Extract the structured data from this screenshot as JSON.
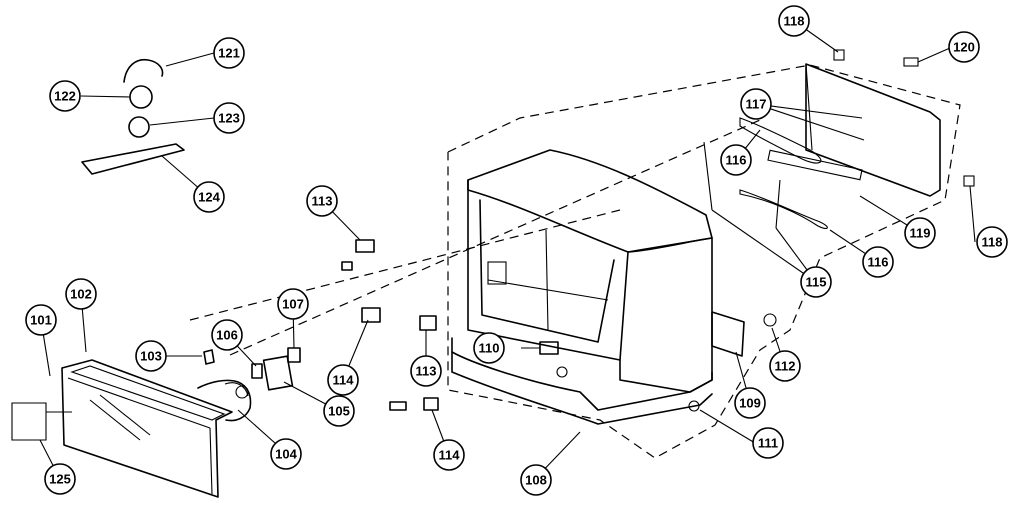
{
  "diagram": {
    "type": "exploded-parts-diagram",
    "callouts": {
      "p101": "101",
      "p102": "102",
      "p103": "103",
      "p104": "104",
      "p105": "105",
      "p106": "106",
      "p107": "107",
      "p108": "108",
      "p109": "109",
      "p110": "110",
      "p111": "111",
      "p112": "112",
      "p113a": "113",
      "p113b": "113",
      "p114a": "114",
      "p114b": "114",
      "p115": "115",
      "p116a": "116",
      "p116b": "116",
      "p117": "117",
      "p118a": "118",
      "p118b": "118",
      "p119": "119",
      "p120": "120",
      "p121": "121",
      "p122": "122",
      "p123": "123",
      "p124": "124",
      "p125": "125"
    }
  }
}
